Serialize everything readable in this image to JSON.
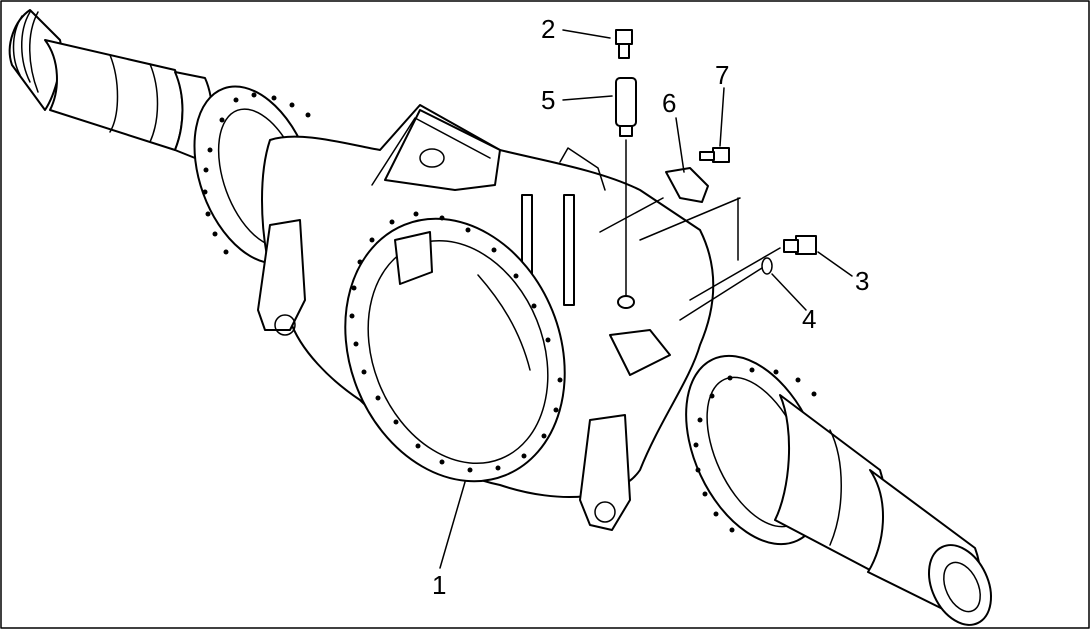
{
  "diagram": {
    "colors": {
      "stroke": "#000000",
      "background": "#ffffff"
    },
    "callouts": [
      {
        "id": "1",
        "label": "1"
      },
      {
        "id": "2",
        "label": "2"
      },
      {
        "id": "3",
        "label": "3"
      },
      {
        "id": "4",
        "label": "4"
      },
      {
        "id": "5",
        "label": "5"
      },
      {
        "id": "6",
        "label": "6"
      },
      {
        "id": "7",
        "label": "7"
      }
    ]
  }
}
